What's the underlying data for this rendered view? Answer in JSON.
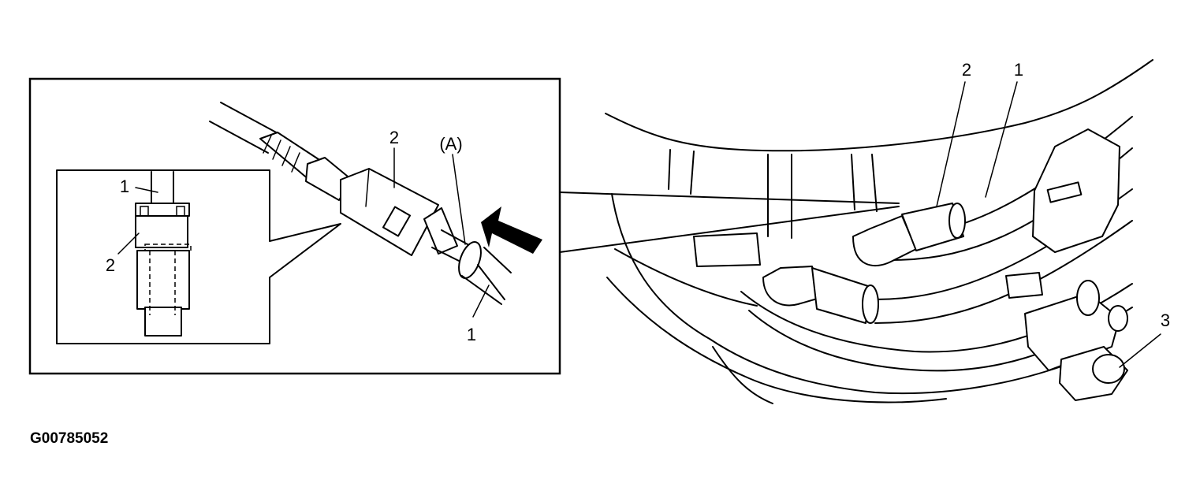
{
  "figure": {
    "code": "G00785052",
    "detail_labels": {
      "pipe": "1",
      "connector": "2",
      "reference": "(A)"
    },
    "section_labels": {
      "pipe": "1",
      "connector": "2"
    },
    "main_labels": {
      "pipe": "1",
      "connector": "2",
      "clamp": "3"
    }
  }
}
